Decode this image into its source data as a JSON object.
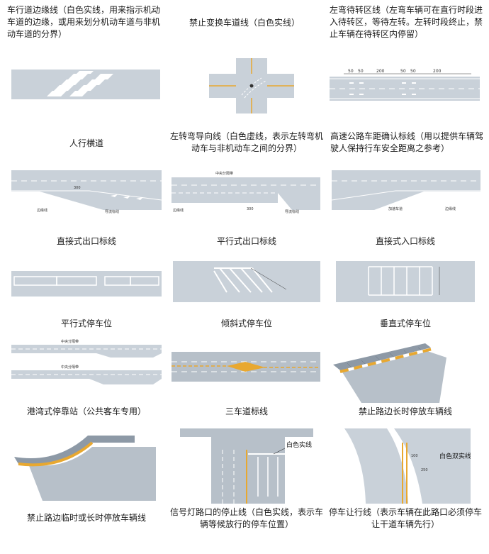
{
  "captions": {
    "c1": "车行道边缘线（白色实线，用来指示机动车道的边缘，或用来划分机动车道与非机动车道的分界）",
    "c2": "禁止变换车道线（白色实线）",
    "c3": "左弯待转区线（左弯车辆可在直行时段进入待转区，等待左转。左转时段终止，禁止车辆在待转区内停留）",
    "c4": "人行横道",
    "c5": "左转弯导向线（白色虚线，表示左转弯机动车与非机动车之间的分界）",
    "c6": "高速公路车距确认标线（用以提供车辆驾驶人保持行车安全距离之参考）",
    "c7": "直接式出口标线",
    "c8": "平行式出口标线",
    "c9": "直接式入口标线",
    "c10": "平行式停车位",
    "c11": "倾斜式停车位",
    "c12": "垂直式停车位",
    "c13": "港湾式停靠站（公共客车专用）",
    "c14": "三车道标线",
    "c15": "禁止路边长时停放车辆线",
    "c16": "禁止路边临时或长时停放车辆线",
    "c17": "信号灯路口的停止线（白色实线，表示车辆等候放行的停车位置）",
    "c18": "停车让行线（表示车辆在此路口必须停车让干道车辆先行）"
  },
  "labels": {
    "dim50": "50",
    "dim200": "200",
    "dim300": "300",
    "edge_line": "边缘线",
    "guide_line": "导流标线",
    "center_line": "中央分隔带",
    "accel_lane": "加速车道",
    "solid_white": "白色实线",
    "double_white": "白色双实线",
    "dim100": "100",
    "dim250": "250"
  },
  "colors": {
    "road": "#c9d1d9",
    "road_dark": "#b7c0c9",
    "line": "#ffffff",
    "yellow": "#e8a830"
  }
}
